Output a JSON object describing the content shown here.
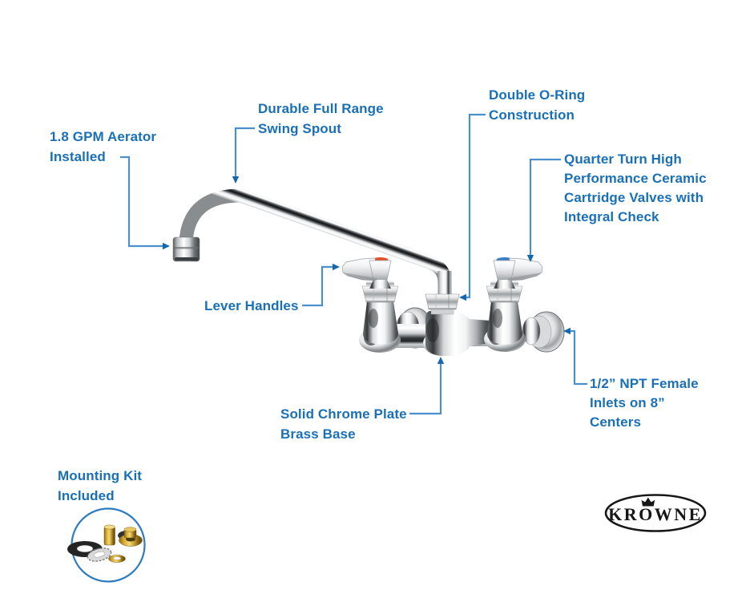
{
  "labels": {
    "aerator": "1.8 GPM Aerator\nInstalled",
    "swing_spout": "Durable Full Range\nSwing Spout",
    "o_ring": "Double O-Ring\nConstruction",
    "cartridge": "Quarter Turn High\nPerformance Ceramic\nCartridge Valves with\nIntegral Check",
    "lever_handles": "Lever Handles",
    "chrome_base": "Solid Chrome Plate\nBrass Base",
    "inlets": "1/2” NPT Female\nInlets on 8”\nCenters",
    "mounting_kit": "Mounting Kit\nIncluded"
  },
  "brand": {
    "logo_text": "KROWNE"
  },
  "graphics": {
    "faucet": "wall-mount-faucet-with-swing-spout-illustration",
    "mounting_kit_photo": "mounting-kit-parts-in-circle",
    "logo_mark": "krowne-ellipse-with-crown"
  },
  "colors": {
    "label_blue": "#1a70b7",
    "leader_line": "#4a90cd",
    "arrowhead": "#1568b0",
    "hot_index": "#e0512a",
    "cold_index": "#3a7ec4",
    "kit_circle_ring": "#2e7bc0",
    "logo_black": "#171717"
  }
}
